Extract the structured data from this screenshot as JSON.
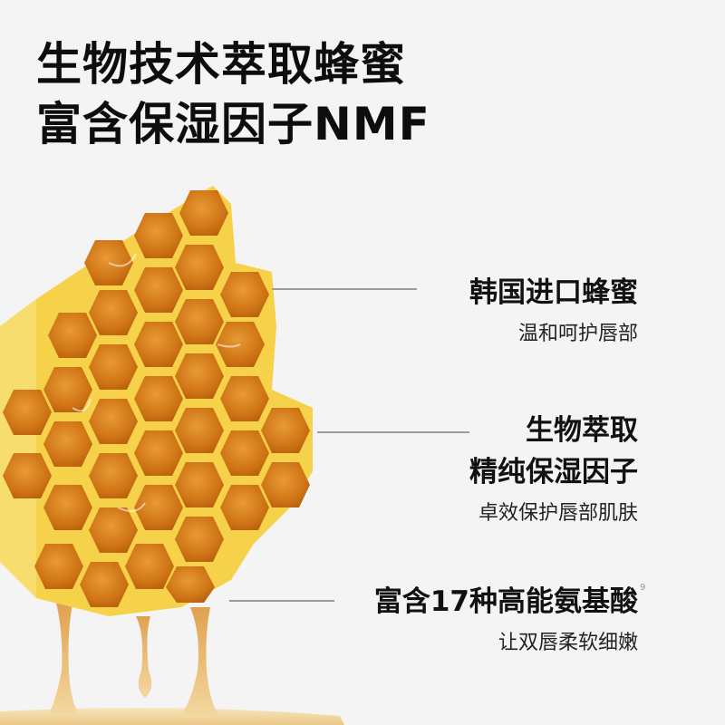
{
  "headline": {
    "line1": "生物技术萃取蜂蜜",
    "line2": "富含保湿因子NMF"
  },
  "image": {
    "subject": "honeycomb-with-dripping-honey",
    "colors": {
      "comb": "#f5d24a",
      "honey": "#d9821c",
      "honey_light": "#f0b85a",
      "background": "#f4f4f4",
      "leader_line": "#9c9c9c"
    }
  },
  "callouts": [
    {
      "title_lines": [
        "韩国进口蜂蜜"
      ],
      "subtitle": "温和呵护唇部"
    },
    {
      "title_lines": [
        "生物萃取",
        "精纯保湿因子"
      ],
      "subtitle": "卓效保护唇部肌肤"
    },
    {
      "title_lines": [
        "富含17种高能氨基酸"
      ],
      "subtitle": "让双唇柔软细嫩",
      "footnote_mark": "9"
    }
  ]
}
